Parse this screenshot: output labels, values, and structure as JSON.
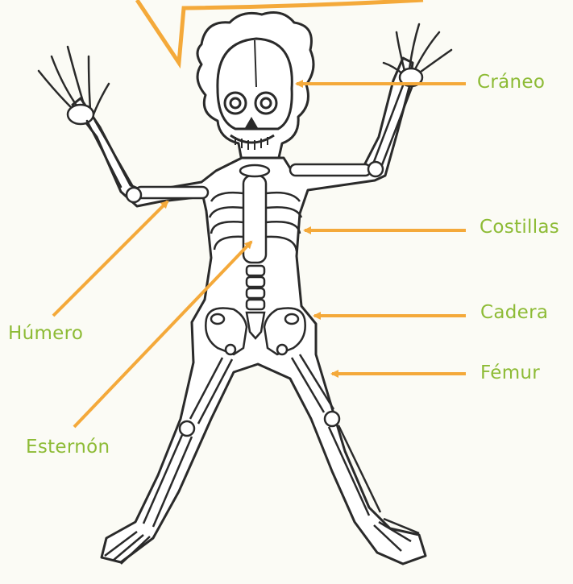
{
  "labels": {
    "craneo": "Cráneo",
    "costillas": "Costillas",
    "cadera": "Cadera",
    "femur": "Fémur",
    "humero": "Húmero",
    "esternon": "Esternón"
  },
  "colors": {
    "label_text": "#8dbb35",
    "arrow": "#f4a93a",
    "outline": "#2a2a2a",
    "background": "#fbfbf5"
  }
}
